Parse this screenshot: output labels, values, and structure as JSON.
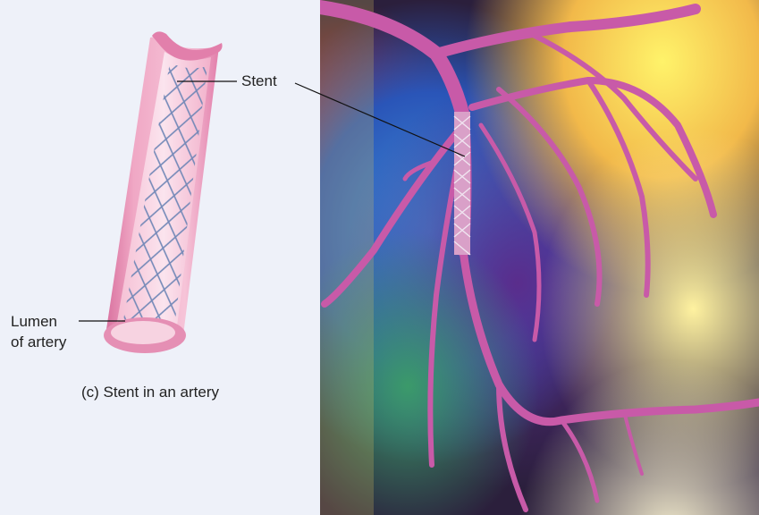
{
  "labels": {
    "stent": "Stent",
    "lumen_line1": "Lumen",
    "lumen_line2": "of artery",
    "caption": "(c) Stent in an artery"
  },
  "colors": {
    "background": "#eef1f9",
    "artery_wall": "#e58fb4",
    "artery_inner": "#f7c9da",
    "stent_mesh": "#6f86b6",
    "angiogram_vessels": "#c85aa8"
  },
  "panels": {
    "left": "stent-illustration",
    "right": "coronary-angiogram"
  }
}
